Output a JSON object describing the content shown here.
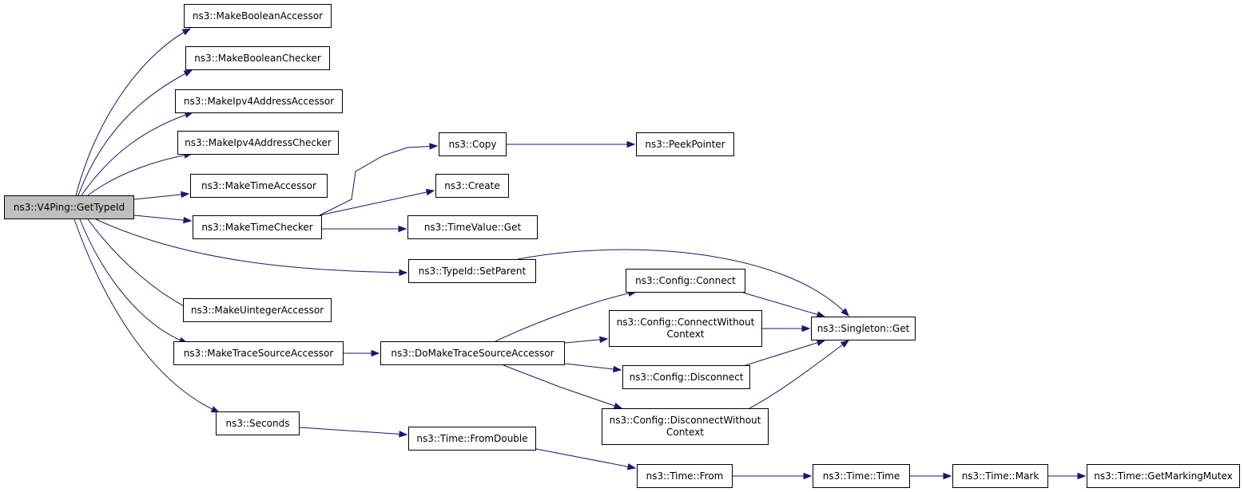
{
  "graph": {
    "title": "",
    "edge_color": "#191970",
    "root_fill": "#bfbfbf",
    "nodes": [
      {
        "id": "getTypeId",
        "label": "ns3::V4Ping::GetTypeId",
        "root": true
      },
      {
        "id": "makeBooleanAccessor",
        "label": "ns3::MakeBooleanAccessor"
      },
      {
        "id": "makeBooleanChecker",
        "label": "ns3::MakeBooleanChecker"
      },
      {
        "id": "makeIpv4AddressAccessor",
        "label": "ns3::MakeIpv4AddressAccessor"
      },
      {
        "id": "makeIpv4AddressChecker",
        "label": "ns3::MakeIpv4AddressChecker"
      },
      {
        "id": "makeTimeAccessor",
        "label": "ns3::MakeTimeAccessor"
      },
      {
        "id": "makeTimeChecker",
        "label": "ns3::MakeTimeChecker"
      },
      {
        "id": "makeUintegerAccessor",
        "label": "ns3::MakeUintegerAccessor"
      },
      {
        "id": "makeTraceSourceAccessor",
        "label": "ns3::MakeTraceSourceAccessor"
      },
      {
        "id": "seconds",
        "label": "ns3::Seconds"
      },
      {
        "id": "copy",
        "label": "ns3::Copy"
      },
      {
        "id": "create",
        "label": "ns3::Create"
      },
      {
        "id": "timeValueGet",
        "label": "ns3::TimeValue::Get"
      },
      {
        "id": "typeIdSetParent",
        "label": "ns3::TypeId::SetParent"
      },
      {
        "id": "doMakeTraceSourceAccessor",
        "label": "ns3::DoMakeTraceSourceAccessor"
      },
      {
        "id": "timeFromDouble",
        "label": "ns3::Time::FromDouble"
      },
      {
        "id": "peekPointer",
        "label": "ns3::PeekPointer"
      },
      {
        "id": "configConnect",
        "label": "ns3::Config::Connect"
      },
      {
        "id": "configConnectWithoutContext",
        "label": "ns3::Config::ConnectWithout\nContext"
      },
      {
        "id": "configDisconnect",
        "label": "ns3::Config::Disconnect"
      },
      {
        "id": "configDisconnectWithoutContext",
        "label": "ns3::Config::DisconnectWithout\nContext"
      },
      {
        "id": "singletonGet",
        "label": "ns3::Singleton::Get"
      },
      {
        "id": "timeFrom",
        "label": "ns3::Time::From"
      },
      {
        "id": "timeTime",
        "label": "ns3::Time::Time"
      },
      {
        "id": "timeMark",
        "label": "ns3::Time::Mark"
      },
      {
        "id": "timeGetMarkingMutex",
        "label": "ns3::Time::GetMarkingMutex"
      }
    ],
    "edges": [
      {
        "from": "getTypeId",
        "to": "makeBooleanAccessor"
      },
      {
        "from": "getTypeId",
        "to": "makeBooleanChecker"
      },
      {
        "from": "getTypeId",
        "to": "makeIpv4AddressAccessor"
      },
      {
        "from": "getTypeId",
        "to": "makeIpv4AddressChecker"
      },
      {
        "from": "getTypeId",
        "to": "makeTimeAccessor"
      },
      {
        "from": "getTypeId",
        "to": "makeTimeChecker"
      },
      {
        "from": "getTypeId",
        "to": "typeIdSetParent"
      },
      {
        "from": "getTypeId",
        "to": "makeUintegerAccessor"
      },
      {
        "from": "getTypeId",
        "to": "makeTraceSourceAccessor"
      },
      {
        "from": "getTypeId",
        "to": "seconds"
      },
      {
        "from": "makeTimeChecker",
        "to": "copy"
      },
      {
        "from": "makeTimeChecker",
        "to": "create"
      },
      {
        "from": "makeTimeChecker",
        "to": "timeValueGet"
      },
      {
        "from": "copy",
        "to": "peekPointer"
      },
      {
        "from": "typeIdSetParent",
        "to": "singletonGet"
      },
      {
        "from": "makeTraceSourceAccessor",
        "to": "doMakeTraceSourceAccessor"
      },
      {
        "from": "doMakeTraceSourceAccessor",
        "to": "configConnect"
      },
      {
        "from": "doMakeTraceSourceAccessor",
        "to": "configConnectWithoutContext"
      },
      {
        "from": "doMakeTraceSourceAccessor",
        "to": "configDisconnect"
      },
      {
        "from": "doMakeTraceSourceAccessor",
        "to": "configDisconnectWithoutContext"
      },
      {
        "from": "configConnect",
        "to": "singletonGet"
      },
      {
        "from": "configConnectWithoutContext",
        "to": "singletonGet"
      },
      {
        "from": "configDisconnect",
        "to": "singletonGet"
      },
      {
        "from": "configDisconnectWithoutContext",
        "to": "singletonGet"
      },
      {
        "from": "seconds",
        "to": "timeFromDouble"
      },
      {
        "from": "timeFromDouble",
        "to": "timeFrom"
      },
      {
        "from": "timeFrom",
        "to": "timeTime"
      },
      {
        "from": "timeTime",
        "to": "timeMark"
      },
      {
        "from": "timeMark",
        "to": "timeGetMarkingMutex"
      }
    ]
  }
}
